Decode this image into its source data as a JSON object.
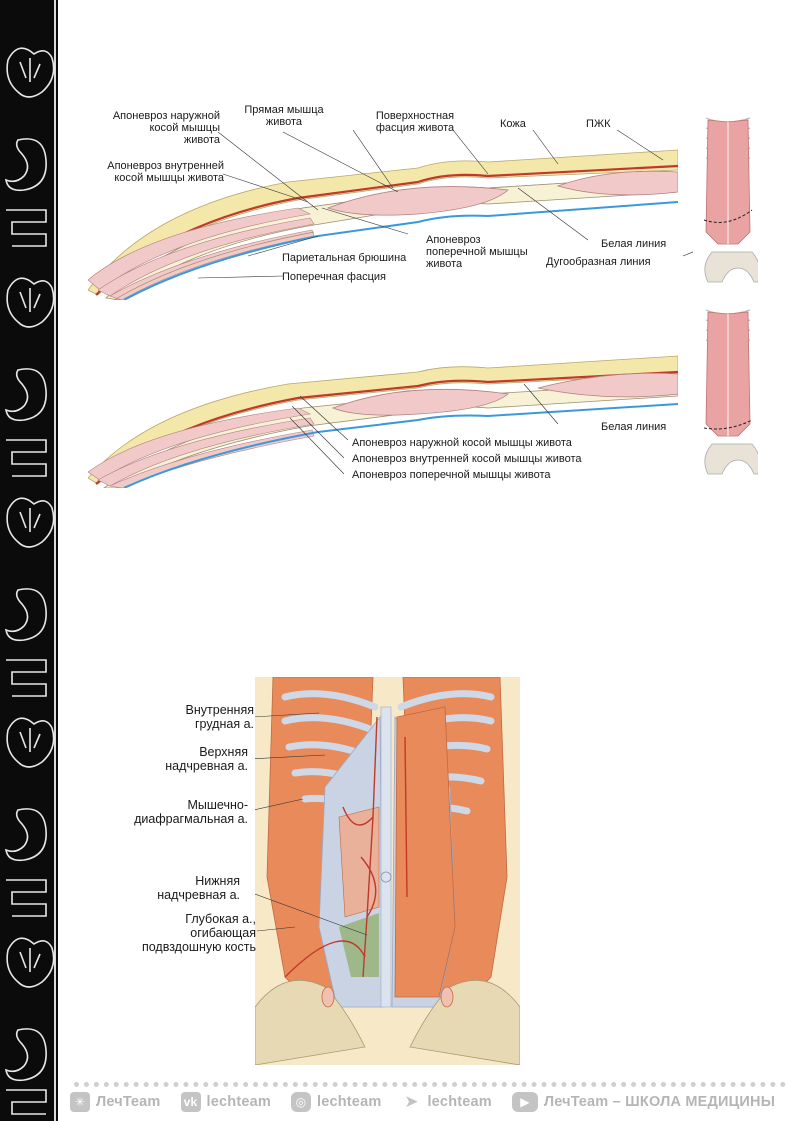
{
  "diagram1": {
    "labels": {
      "ext_oblique": "Апоневроз наружной\nкосой мышцы\nживота",
      "rectus": "Прямая мышца\nживота",
      "superficial_fascia": "Поверхностная\nфасция живота",
      "skin": "Кожа",
      "pzhk": "ПЖК",
      "int_oblique": "Апоневроз внутренней\nкосой мышцы живота",
      "transversus": "Апоневроз\nпоперечной мышцы\nживота",
      "linea_alba": "Белая линия",
      "peritoneum": "Париетальная брюшина",
      "arcuate_line": "Дугообразная линия",
      "transversalis": "Поперечная фасция"
    }
  },
  "diagram2": {
    "labels": {
      "linea_alba": "Белая линия",
      "ext_oblique": "Апоневроз наружной косой мышцы живота",
      "int_oblique": "Апоневроз внутренней косой мышцы живота",
      "transversus": "Апоневроз поперечной мышцы живота"
    }
  },
  "diagram3": {
    "labels": {
      "internal_thoracic": "Внутренняя\nгрудная а.",
      "superior_epigastric": "Верхняя\nнадчревная а.",
      "musculophrenic": "Мышечно-\nдиафрагмальная а.",
      "inferior_epigastric": "Нижняя\nнадчревная а.",
      "deep_circumflex": "Глубокая а.,\nогибающая\nподвздошную кость"
    }
  },
  "footer": {
    "items": [
      {
        "icon": "lechteam-logo-icon",
        "text": "ЛечTeam"
      },
      {
        "icon": "vk-icon",
        "text": "lechteam"
      },
      {
        "icon": "instagram-icon",
        "text": "lechteam"
      },
      {
        "icon": "telegram-icon",
        "text": "lechteam"
      },
      {
        "icon": "youtube-icon",
        "text": "ЛечTeam – ШКОЛА МЕДИЦИНЫ"
      }
    ]
  },
  "colors": {
    "skin": "#f3e7a9",
    "dermis_line": "#c0392b",
    "muscle": "#f2c9c9",
    "aponeurosis": "#f7f1d5",
    "fascia": "#3a9ad9",
    "outline": "#9c8f6a"
  }
}
